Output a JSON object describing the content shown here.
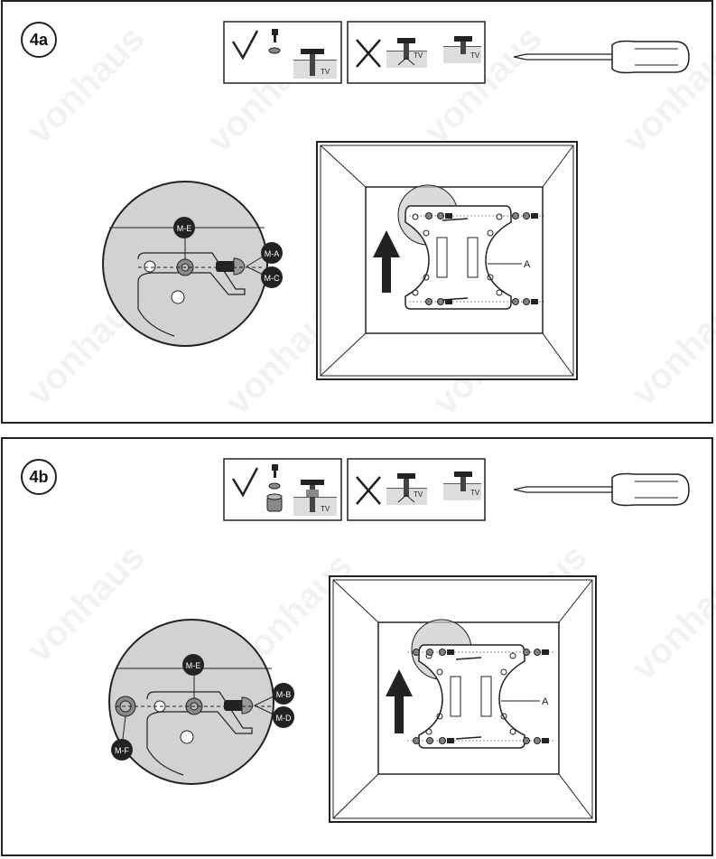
{
  "watermark": "vonhaus",
  "colors": {
    "line": "#222222",
    "callout": "#222222",
    "shade": "#cccccc"
  },
  "icons": [
    "screwdriver-icon",
    "check-icon",
    "cross-icon",
    "screw-icon",
    "washer-icon",
    "spacer-icon"
  ],
  "steps": [
    {
      "badge": "4a",
      "tv_label": "TV",
      "bracket_label": "A",
      "callouts": {
        "washer": "M-E",
        "screw": "M-A",
        "screw_alt": "M-C"
      }
    },
    {
      "badge": "4b",
      "tv_label": "TV",
      "bracket_label": "A",
      "callouts": {
        "washer": "M-E",
        "screw": "M-B",
        "screw_alt": "M-D",
        "spacer": "M-F"
      }
    }
  ]
}
